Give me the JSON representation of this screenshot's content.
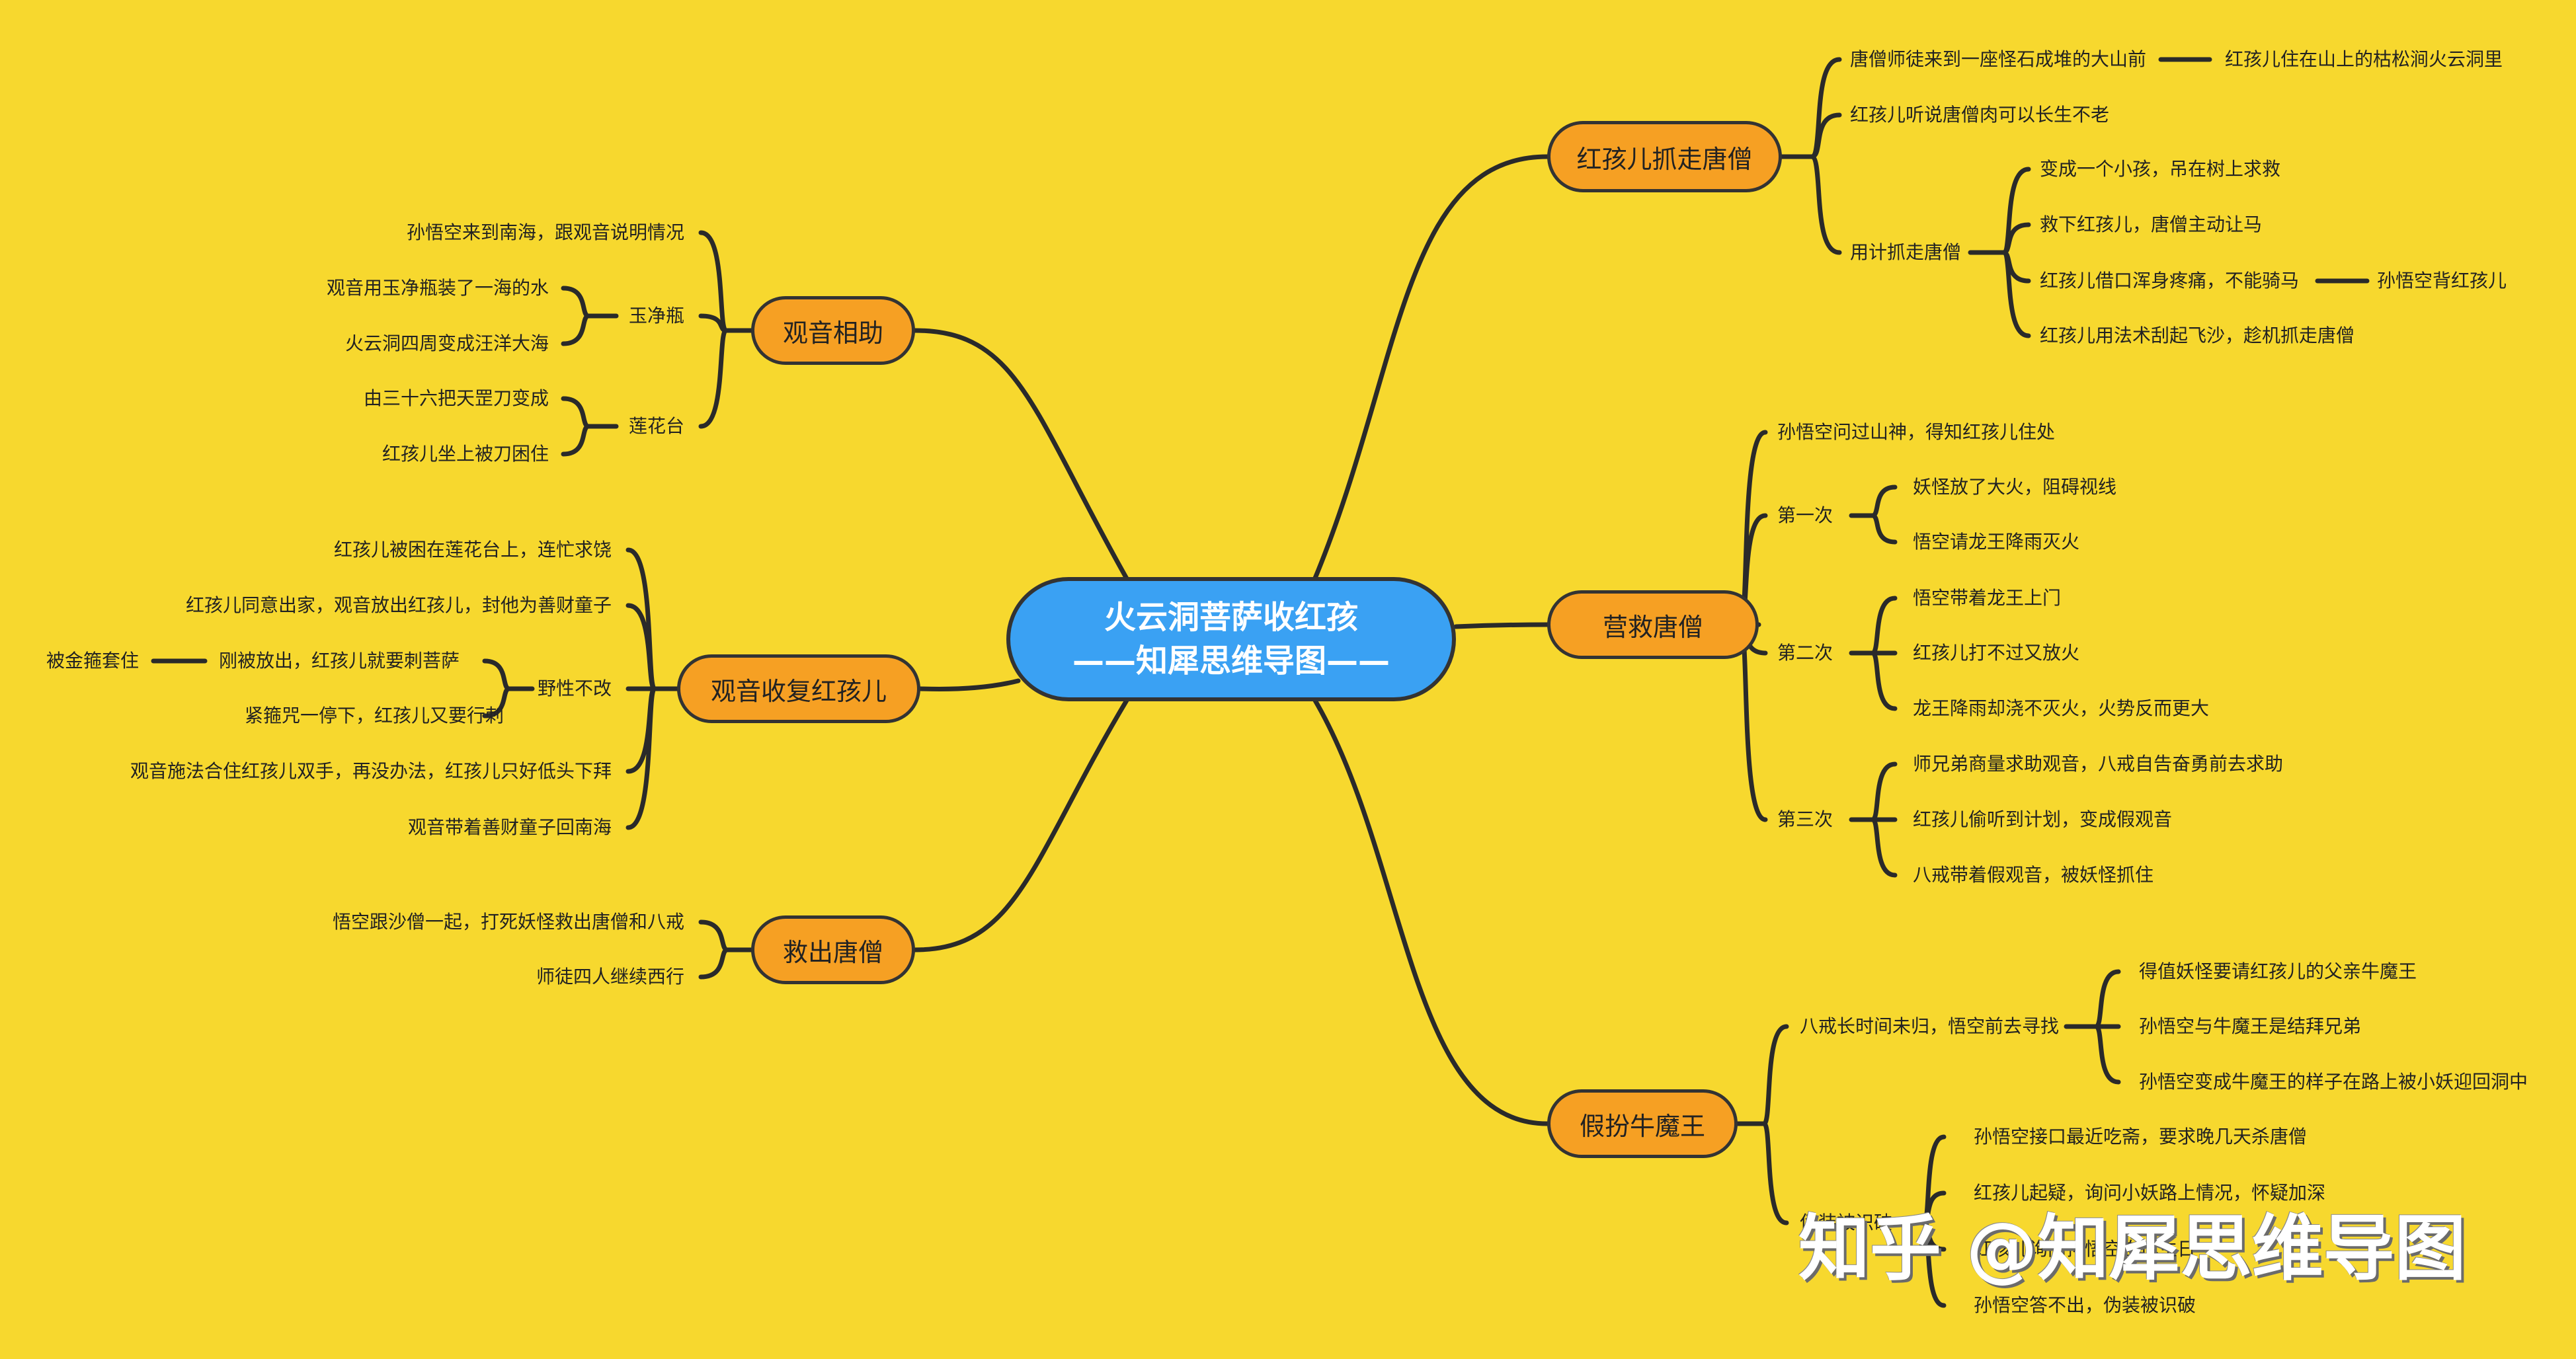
{
  "center": {
    "line1": "火云洞菩萨收红孩",
    "line2": "——知犀思维导图——"
  },
  "branches": {
    "b1": {
      "title": "红孩儿抓走唐僧",
      "l1": "唐僧师徒来到一座怪石成堆的大山前",
      "l1a": "红孩儿住在山上的枯松涧火云洞里",
      "l2": "红孩儿听说唐僧肉可以长生不老",
      "l3": "用计抓走唐僧",
      "l3_1": "变成一个小孩，吊在树上求救",
      "l3_2": "救下红孩儿，唐僧主动让马",
      "l3_3": "红孩儿借口浑身疼痛，不能骑马",
      "l3_3a": "孙悟空背红孩儿",
      "l3_4": "红孩儿用法术刮起飞沙，趁机抓走唐僧"
    },
    "b2": {
      "title": "营救唐僧",
      "l1": "孙悟空问过山神，得知红孩儿住处",
      "g1": "第一次",
      "g1_1": "妖怪放了大火，阻碍视线",
      "g1_2": "悟空请龙王降雨灭火",
      "g2": "第二次",
      "g2_1": "悟空带着龙王上门",
      "g2_2": "红孩儿打不过又放火",
      "g2_3": "龙王降雨却浇不灭火，火势反而更大",
      "g3": "第三次",
      "g3_1": "师兄弟商量求助观音，八戒自告奋勇前去求助",
      "g3_2": "红孩儿偷听到计划，变成假观音",
      "g3_3": "八戒带着假观音，被妖怪抓住"
    },
    "b3": {
      "title": "假扮牛魔王",
      "l1": "八戒长时间未归，悟空前去寻找",
      "l1_1": "得值妖怪要请红孩儿的父亲牛魔王",
      "l1_2": "孙悟空与牛魔王是结拜兄弟",
      "l1_3": "孙悟空变成牛魔王的样子在路上被小妖迎回洞中",
      "l2": "伪装被识破",
      "l2_1": "孙悟空接口最近吃斋，要求晚几天杀唐僧",
      "l2_2": "红孩儿起疑，询问小妖路上情况，怀疑加深",
      "l2_3": "红孩儿询问孙悟空自己生日",
      "l2_4": "孙悟空答不出，伪装被识破"
    },
    "b4": {
      "title": "观音相助",
      "l0": "孙悟空来到南海，跟观音说明情况",
      "g1": "玉净瓶",
      "g1_1": "观音用玉净瓶装了一海的水",
      "g1_2": "火云洞四周变成汪洋大海",
      "g2": "莲花台",
      "g2_1": "由三十六把天罡刀变成",
      "g2_2": "红孩儿坐上被刀困住"
    },
    "b5": {
      "title": "观音收复红孩儿",
      "l1": "红孩儿被困在莲花台上，连忙求饶",
      "l2": "红孩儿同意出家，观音放出红孩儿，封他为善财童子",
      "g": "野性不改",
      "g_1": "刚被放出，红孩儿就要刺菩萨",
      "g_1a": "被金箍套住",
      "g_2": "紧箍咒一停下，红孩儿又要行刺",
      "l3": "观音施法合住红孩儿双手，再没办法，红孩儿只好低头下拜",
      "l4": "观音带着善财童子回南海"
    },
    "b6": {
      "title": "救出唐僧",
      "l1": "悟空跟沙僧一起，打死妖怪救出唐僧和八戒",
      "l2": "师徒四人继续西行"
    }
  },
  "watermark": "知乎 @知犀思维导图",
  "colors": {
    "background": "#f7d82e",
    "center_fill": "#3aa1f3",
    "main_fill": "#f6a023",
    "line": "#2a2a2a"
  }
}
